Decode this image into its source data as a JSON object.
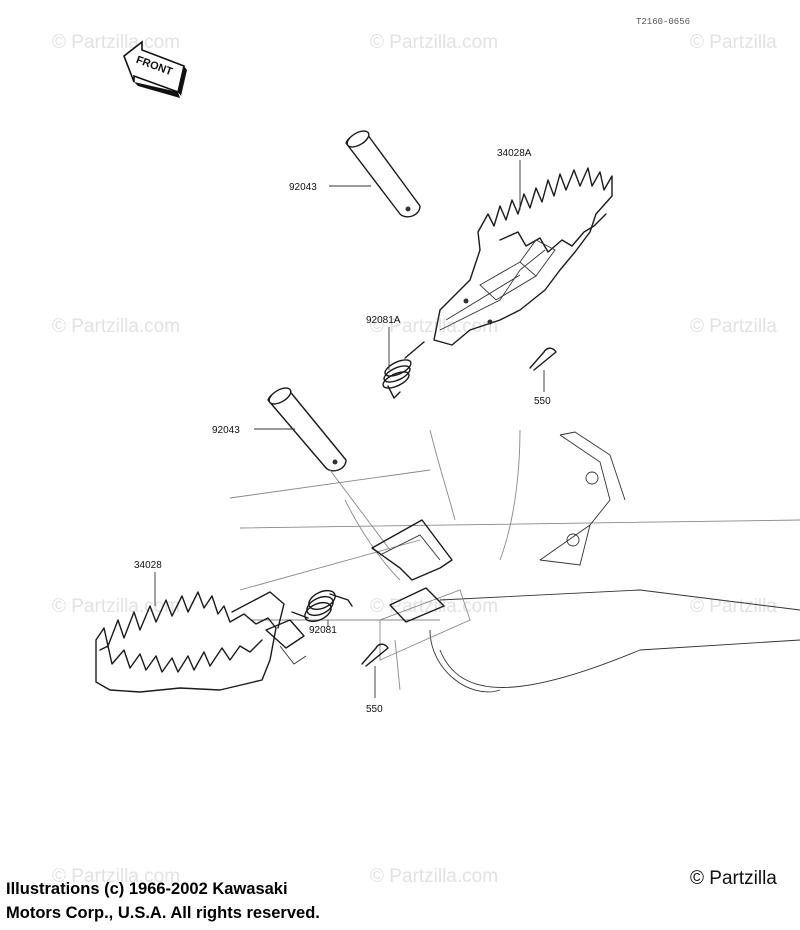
{
  "diagram_code": "T2160-0656",
  "front_label": "FRONT",
  "watermark_text": "© Partzilla.com",
  "watermark_short": "© Partzilla",
  "callouts": {
    "pin_upper": "92043",
    "step_upper": "34028A",
    "spring_upper": "92081A",
    "cotter_upper": "550",
    "pin_lower": "92043",
    "step_lower": "34028",
    "spring_lower": "92081",
    "cotter_lower": "550"
  },
  "copyright": {
    "line1": "Illustrations (c) 1966-2002 Kawasaki",
    "line2": "Motors Corp., U.S.A.  All rights reserved."
  },
  "brand": "© Partzilla"
}
